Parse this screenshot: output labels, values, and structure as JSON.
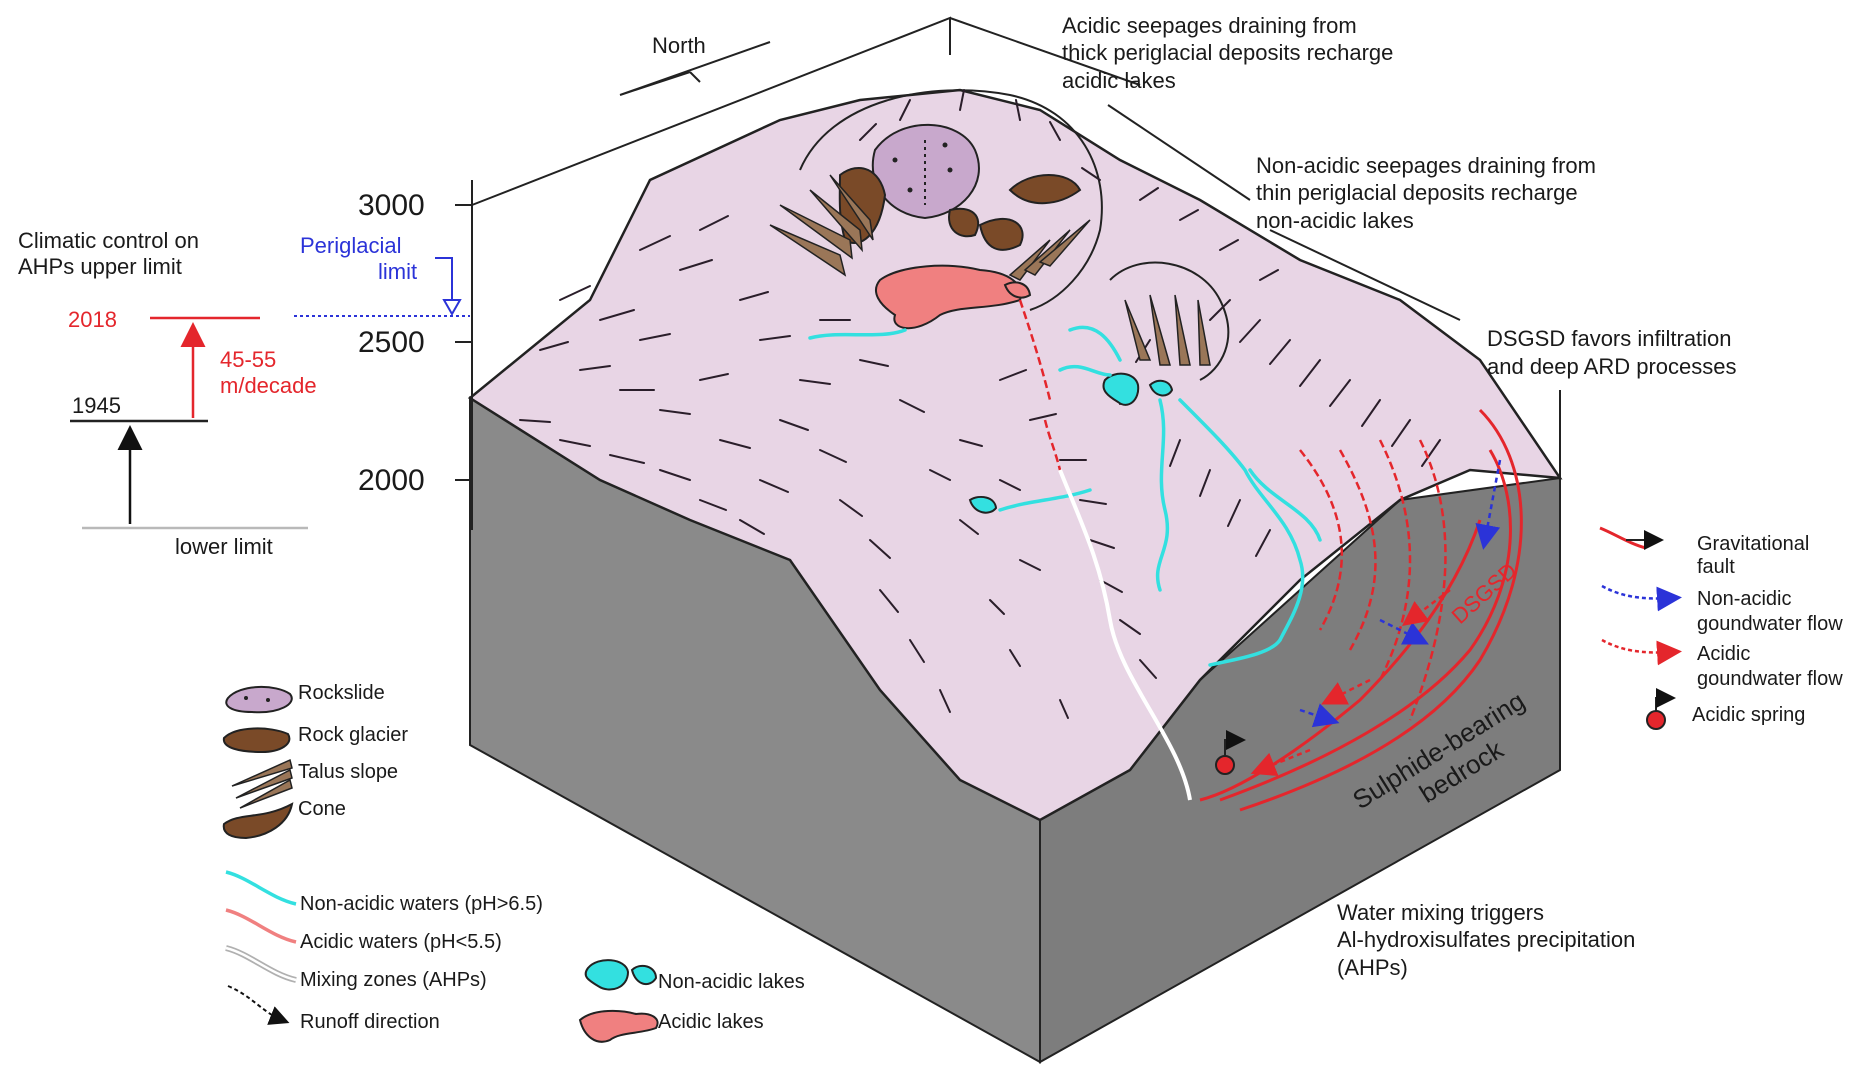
{
  "diagram": {
    "north_label": "North",
    "annotations": {
      "acidic_seepages": [
        "Acidic seepages draining from",
        "thick periglacial deposits recharge",
        "acidic lakes"
      ],
      "nonacidic_seepages": [
        "Non-acidic seepages draining from",
        "thin periglacial deposits recharge",
        "non-acidic lakes"
      ],
      "dsgsd_infiltration": [
        "DSGSD favors infiltration",
        "and deep ARD processes"
      ],
      "water_mixing": [
        "Water mixing triggers",
        "Al-hydroxisulfates precipitation",
        "(AHPs)"
      ],
      "climatic_control": [
        "Climatic control on",
        "AHPs upper limit"
      ],
      "periglacial_limit": [
        "Periglacial",
        "limit"
      ],
      "bedrock": [
        "Sulphide-bearing",
        "bedrock"
      ],
      "dsgsd": "DSGSD",
      "lower_limit": "lower limit",
      "rate": [
        "45-55",
        "m/decade"
      ]
    },
    "elevations": [
      "3000",
      "2500",
      "2000"
    ],
    "years": {
      "recent": "2018",
      "past": "1945"
    }
  },
  "legend_left": [
    {
      "label": "Rockslide",
      "icon": "rockslide-icon"
    },
    {
      "label": "Rock glacier",
      "icon": "rock-glacier-icon"
    },
    {
      "label": "Talus slope",
      "icon": "talus-slope-icon"
    },
    {
      "label": "Cone",
      "icon": "cone-icon"
    },
    {
      "label": "Non-acidic waters (pH>6.5)",
      "icon": "non-acidic-water-line-icon"
    },
    {
      "label": "Acidic waters (pH<5.5)",
      "icon": "acidic-water-line-icon"
    },
    {
      "label": "Mixing zones (AHPs)",
      "icon": "mixing-zone-line-icon"
    },
    {
      "label": "Runoff direction",
      "icon": "runoff-arrow-icon"
    }
  ],
  "legend_lakes": [
    {
      "label": "Non-acidic lakes",
      "icon": "non-acidic-lake-icon"
    },
    {
      "label": "Acidic lakes",
      "icon": "acidic-lake-icon"
    }
  ],
  "legend_right": [
    {
      "label": [
        "Gravitational",
        "fault"
      ],
      "icon": "gravitational-fault-icon"
    },
    {
      "label": [
        "Non-acidic",
        "goundwater flow"
      ],
      "icon": "non-acidic-flow-icon"
    },
    {
      "label": [
        "Acidic",
        "goundwater flow"
      ],
      "icon": "acidic-flow-icon"
    },
    {
      "label": [
        "Acidic spring"
      ],
      "icon": "acidic-spring-icon"
    }
  ],
  "colors": {
    "terrain": "#e8d5e5",
    "bedrock": "#8a8a8a",
    "acidic": "#e4262c",
    "acidic_lake": "#f08080",
    "non_acidic": "#33e0e0",
    "rock_glacier": "#7a4a28",
    "periglacial": "#2b33d8"
  }
}
